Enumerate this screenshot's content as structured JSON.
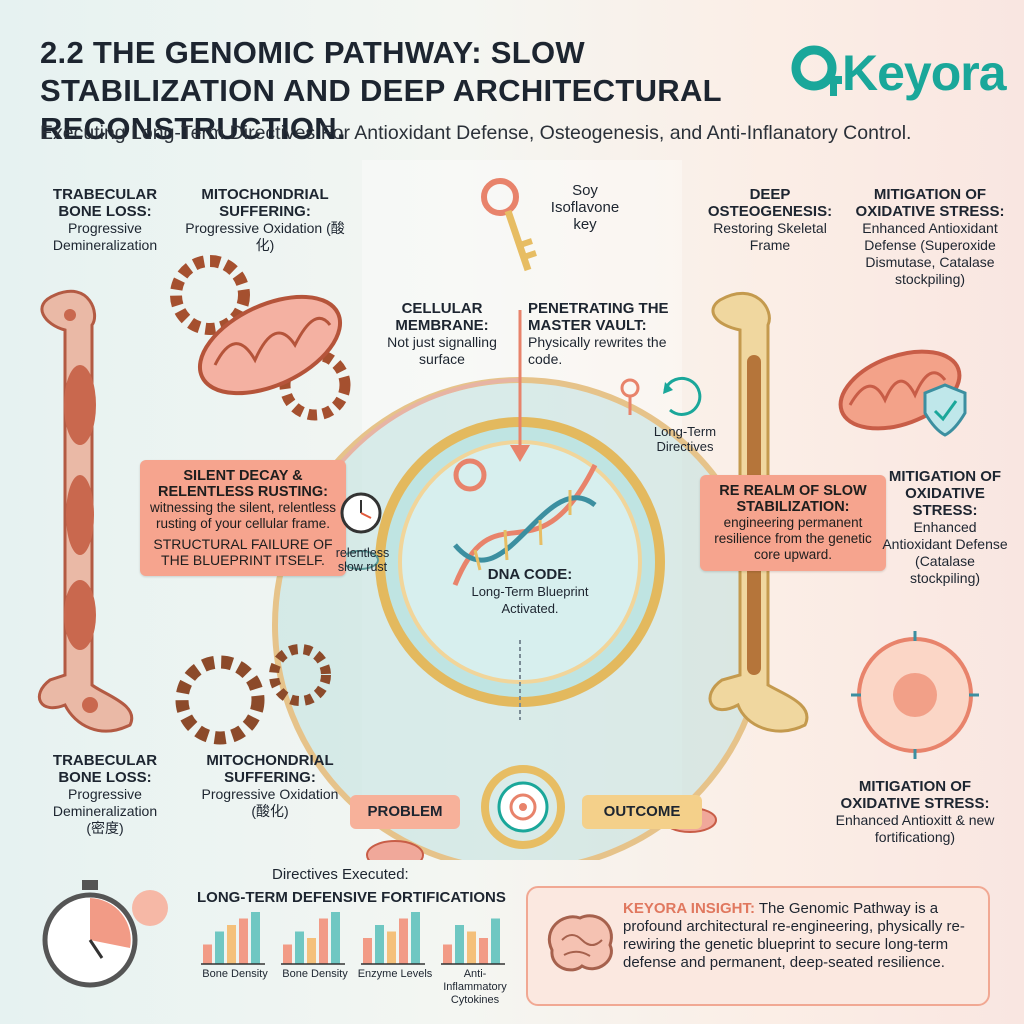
{
  "header": {
    "title": "2.2 THE GENOMIC PATHWAY: SLOW STABILIZATION AND DEEP ARCHITECTURAL RECONSTRUCTION.",
    "subtitle": "Executing Long-Term Directives For Antioxidant Defense, Osteogenesis, and Anti-Inflanatory Control.",
    "logo": "Keyora"
  },
  "left": {
    "top_bone": {
      "title": "TRABECULAR BONE LOSS:",
      "text": "Progressive Demineralization"
    },
    "top_mito": {
      "title": "MITOCHONDRIAL SUFFERING:",
      "text": "Progressive Oxidation (酸化)"
    },
    "callout": {
      "title": "SILENT DECAY & RELENTLESS RUSTING:",
      "text": "witnessing the silent, relentless rusting of your cellular frame.",
      "emphasis": "STRUCTURAL FAILURE OF THE BLUEPRINT itself."
    },
    "clock_label": "relentless slow rust",
    "bottom_bone": {
      "title": "TRABECULAR BONE LOSS:",
      "text": "Progressive Demineralization",
      "note": "(密度)"
    },
    "bottom_mito": {
      "title": "MITOCHONDRIAL SUFFERING:",
      "text": "Progressive Oxidation",
      "note": "(酸化)"
    }
  },
  "center": {
    "key_label": "Soy Isoflavone key",
    "membrane": {
      "title": "CELLULAR MEMBRANE:",
      "text": "Not just signalling surface"
    },
    "vault": {
      "title": "PENETRATING THE MASTER VAULT:",
      "text": "Physically rewrites the code."
    },
    "directives": "Long-Term Directives",
    "dna": {
      "title": "DNA CODE:",
      "text": "Long-Term Blueprint Activated."
    },
    "problem": "PROBLEM",
    "outcome": "OUTCOME"
  },
  "right": {
    "osteo": {
      "title": "DEEP OSTEOGENESIS:",
      "text": "Restoring Skeletal Frame"
    },
    "oxid1": {
      "title": "MITIGATION OF OXIDATIVE STRESS:",
      "text": "Enhanced Antioxidant Defense (Superoxide Dismutase, Catalase stockpiling)"
    },
    "callout": {
      "title": "RE REALM OF SLOW STABILIZATION:",
      "text": "engineering permanent resilience from the genetic core upward."
    },
    "oxid2": {
      "title": "MITIGATION OF OXIDATIVE STRESS:",
      "text": "Enhanced Antioxidant Defense (Catalase stockpiling)"
    },
    "oxid3": {
      "title": "MITIGATION OF OXIDATIVE STRESS:",
      "text": "Enhanced Antioxitt & new fortificationg)"
    }
  },
  "bottom": {
    "directives_label": "Directives Executed:",
    "fortifications": "LONG-TERM DEFENSIVE FORTIFICATIONS",
    "insight_label": "KEYORA INSIGHT:",
    "insight_text": "The Genomic Pathway is a profound architectural re-engineering, physically re-rewiring the genetic blueprint to secure long-term defense and permanent, deep-seated resilience."
  },
  "chart_data": {
    "type": "bar",
    "categories": [
      "Bone Density",
      "Bone Density",
      "Enzyme Levels",
      "Anti-Inflammatory Cytokines"
    ],
    "series": [
      {
        "values": [
          [
            3,
            5,
            6,
            7,
            8
          ],
          [
            3,
            5,
            4,
            7,
            8
          ],
          [
            4,
            6,
            5,
            7,
            8
          ],
          [
            3,
            6,
            5,
            4,
            7
          ]
        ]
      }
    ],
    "colors": [
      "#f29b86",
      "#6fc7c2",
      "#f4c07a"
    ]
  },
  "colors": {
    "teal": "#1aa79a",
    "coral": "#f6a48e",
    "bone": "#e9c98f",
    "rust": "#b5543a",
    "gold": "#e7bd63"
  }
}
